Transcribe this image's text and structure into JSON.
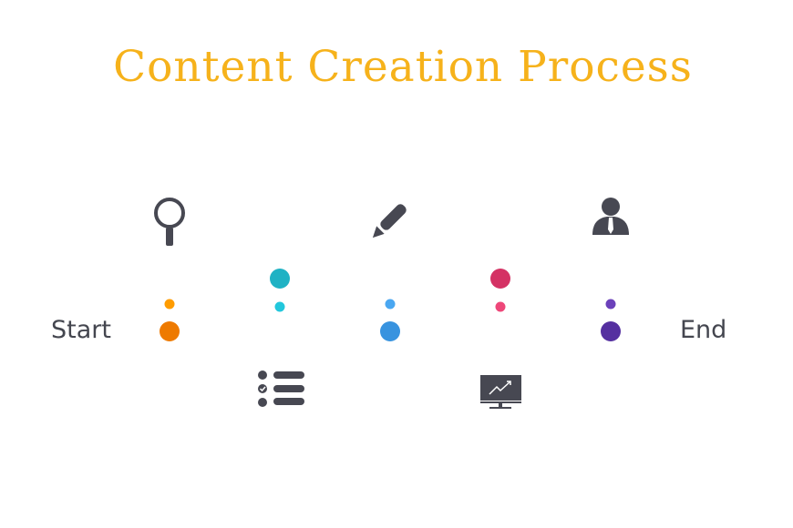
{
  "title": "Content Creation Process",
  "start_label": "Start",
  "end_label": "End",
  "steps": [
    {
      "icon": "magnifier-icon",
      "color": "#EE7A00",
      "accent": "#FF9C00",
      "icon_position": "top"
    },
    {
      "icon": "checklist-icon",
      "color": "#1FB2C4",
      "accent": "#22C7DC",
      "icon_position": "bottom"
    },
    {
      "icon": "pencil-icon",
      "color": "#3893DF",
      "accent": "#4AA7F1",
      "icon_position": "top"
    },
    {
      "icon": "monitor-chart-icon",
      "color": "#D43264",
      "accent": "#EE4779",
      "icon_position": "bottom"
    },
    {
      "icon": "businessman-icon",
      "color": "#5530A0",
      "accent": "#6B41BA",
      "icon_position": "top"
    }
  ],
  "icon_color": "#474852"
}
